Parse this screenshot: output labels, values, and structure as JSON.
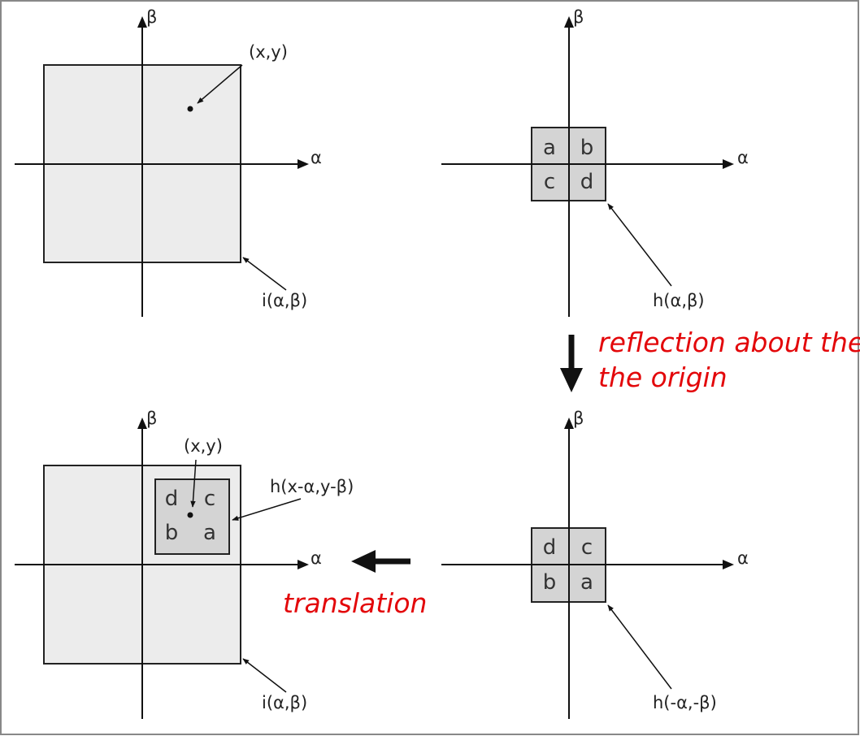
{
  "axes": {
    "x_label": "α",
    "y_label": "β"
  },
  "panel_top_left": {
    "point_label": "(x,y)",
    "function_label": "i(α,β)"
  },
  "panel_top_right": {
    "cells": [
      "a",
      "b",
      "c",
      "d"
    ],
    "function_label": "h(α,β)"
  },
  "panel_bottom_right": {
    "cells": [
      "d",
      "c",
      "b",
      "a"
    ],
    "function_label": "h(-α,-β)"
  },
  "panel_bottom_left": {
    "point_label": "(x,y)",
    "cells": [
      "d",
      "c",
      "b",
      "a"
    ],
    "kernel_label": "h(x-α,y-β)",
    "function_label": "i(α,β)"
  },
  "annotations": {
    "reflection_line1": "reflection about the",
    "reflection_line2": "the origin",
    "translation": "translation"
  },
  "colors": {
    "annotation": "#e3070a",
    "image_fill": "#ececec",
    "kernel_fill": "#d4d4d4"
  }
}
